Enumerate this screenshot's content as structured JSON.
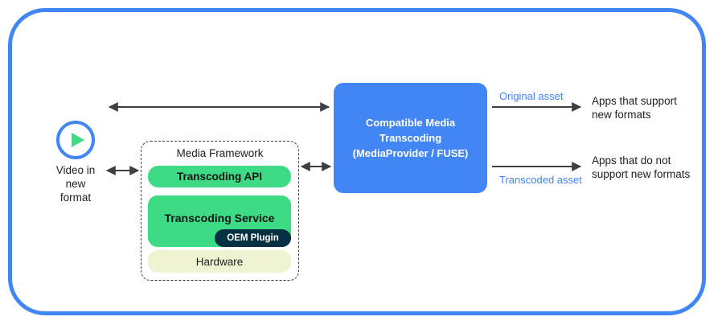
{
  "frame": {
    "border_color": "#4285F4"
  },
  "source": {
    "icon": "play-circle-icon",
    "caption": "Video in\nnew\nformat",
    "icon_ring_color": "#4285F4",
    "icon_triangle_color": "#3DDC84"
  },
  "media_framework": {
    "title": "Media Framework",
    "layers": [
      {
        "label": "Transcoding API",
        "color": "#3DDC84"
      },
      {
        "label": "Transcoding Service",
        "color": "#3DDC84"
      },
      {
        "label": "Hardware",
        "color": "#EFF3D2"
      }
    ],
    "badge": {
      "label": "OEM Plugin",
      "color": "#073042"
    }
  },
  "transcoding_box": {
    "title": "Compatible Media\nTranscoding\n(MediaProvider / FUSE)",
    "color": "#4285F4"
  },
  "outputs": [
    {
      "asset_label": "Original asset",
      "consumer_label": "Apps that support\nnew formats",
      "asset_color": "#4285F4"
    },
    {
      "asset_label": "Transcoded asset",
      "consumer_label": "Apps that do not\nsupport new formats",
      "asset_color": "#4285F4"
    }
  ],
  "connectors": [
    {
      "name": "video-to-transcoding",
      "type": "bidirectional"
    },
    {
      "name": "video-to-framework",
      "type": "bidirectional"
    },
    {
      "name": "framework-to-transcoding",
      "type": "bidirectional"
    },
    {
      "name": "transcoding-to-supporting-apps",
      "type": "unidirectional"
    },
    {
      "name": "transcoding-to-nonsupporting-apps",
      "type": "unidirectional"
    }
  ]
}
